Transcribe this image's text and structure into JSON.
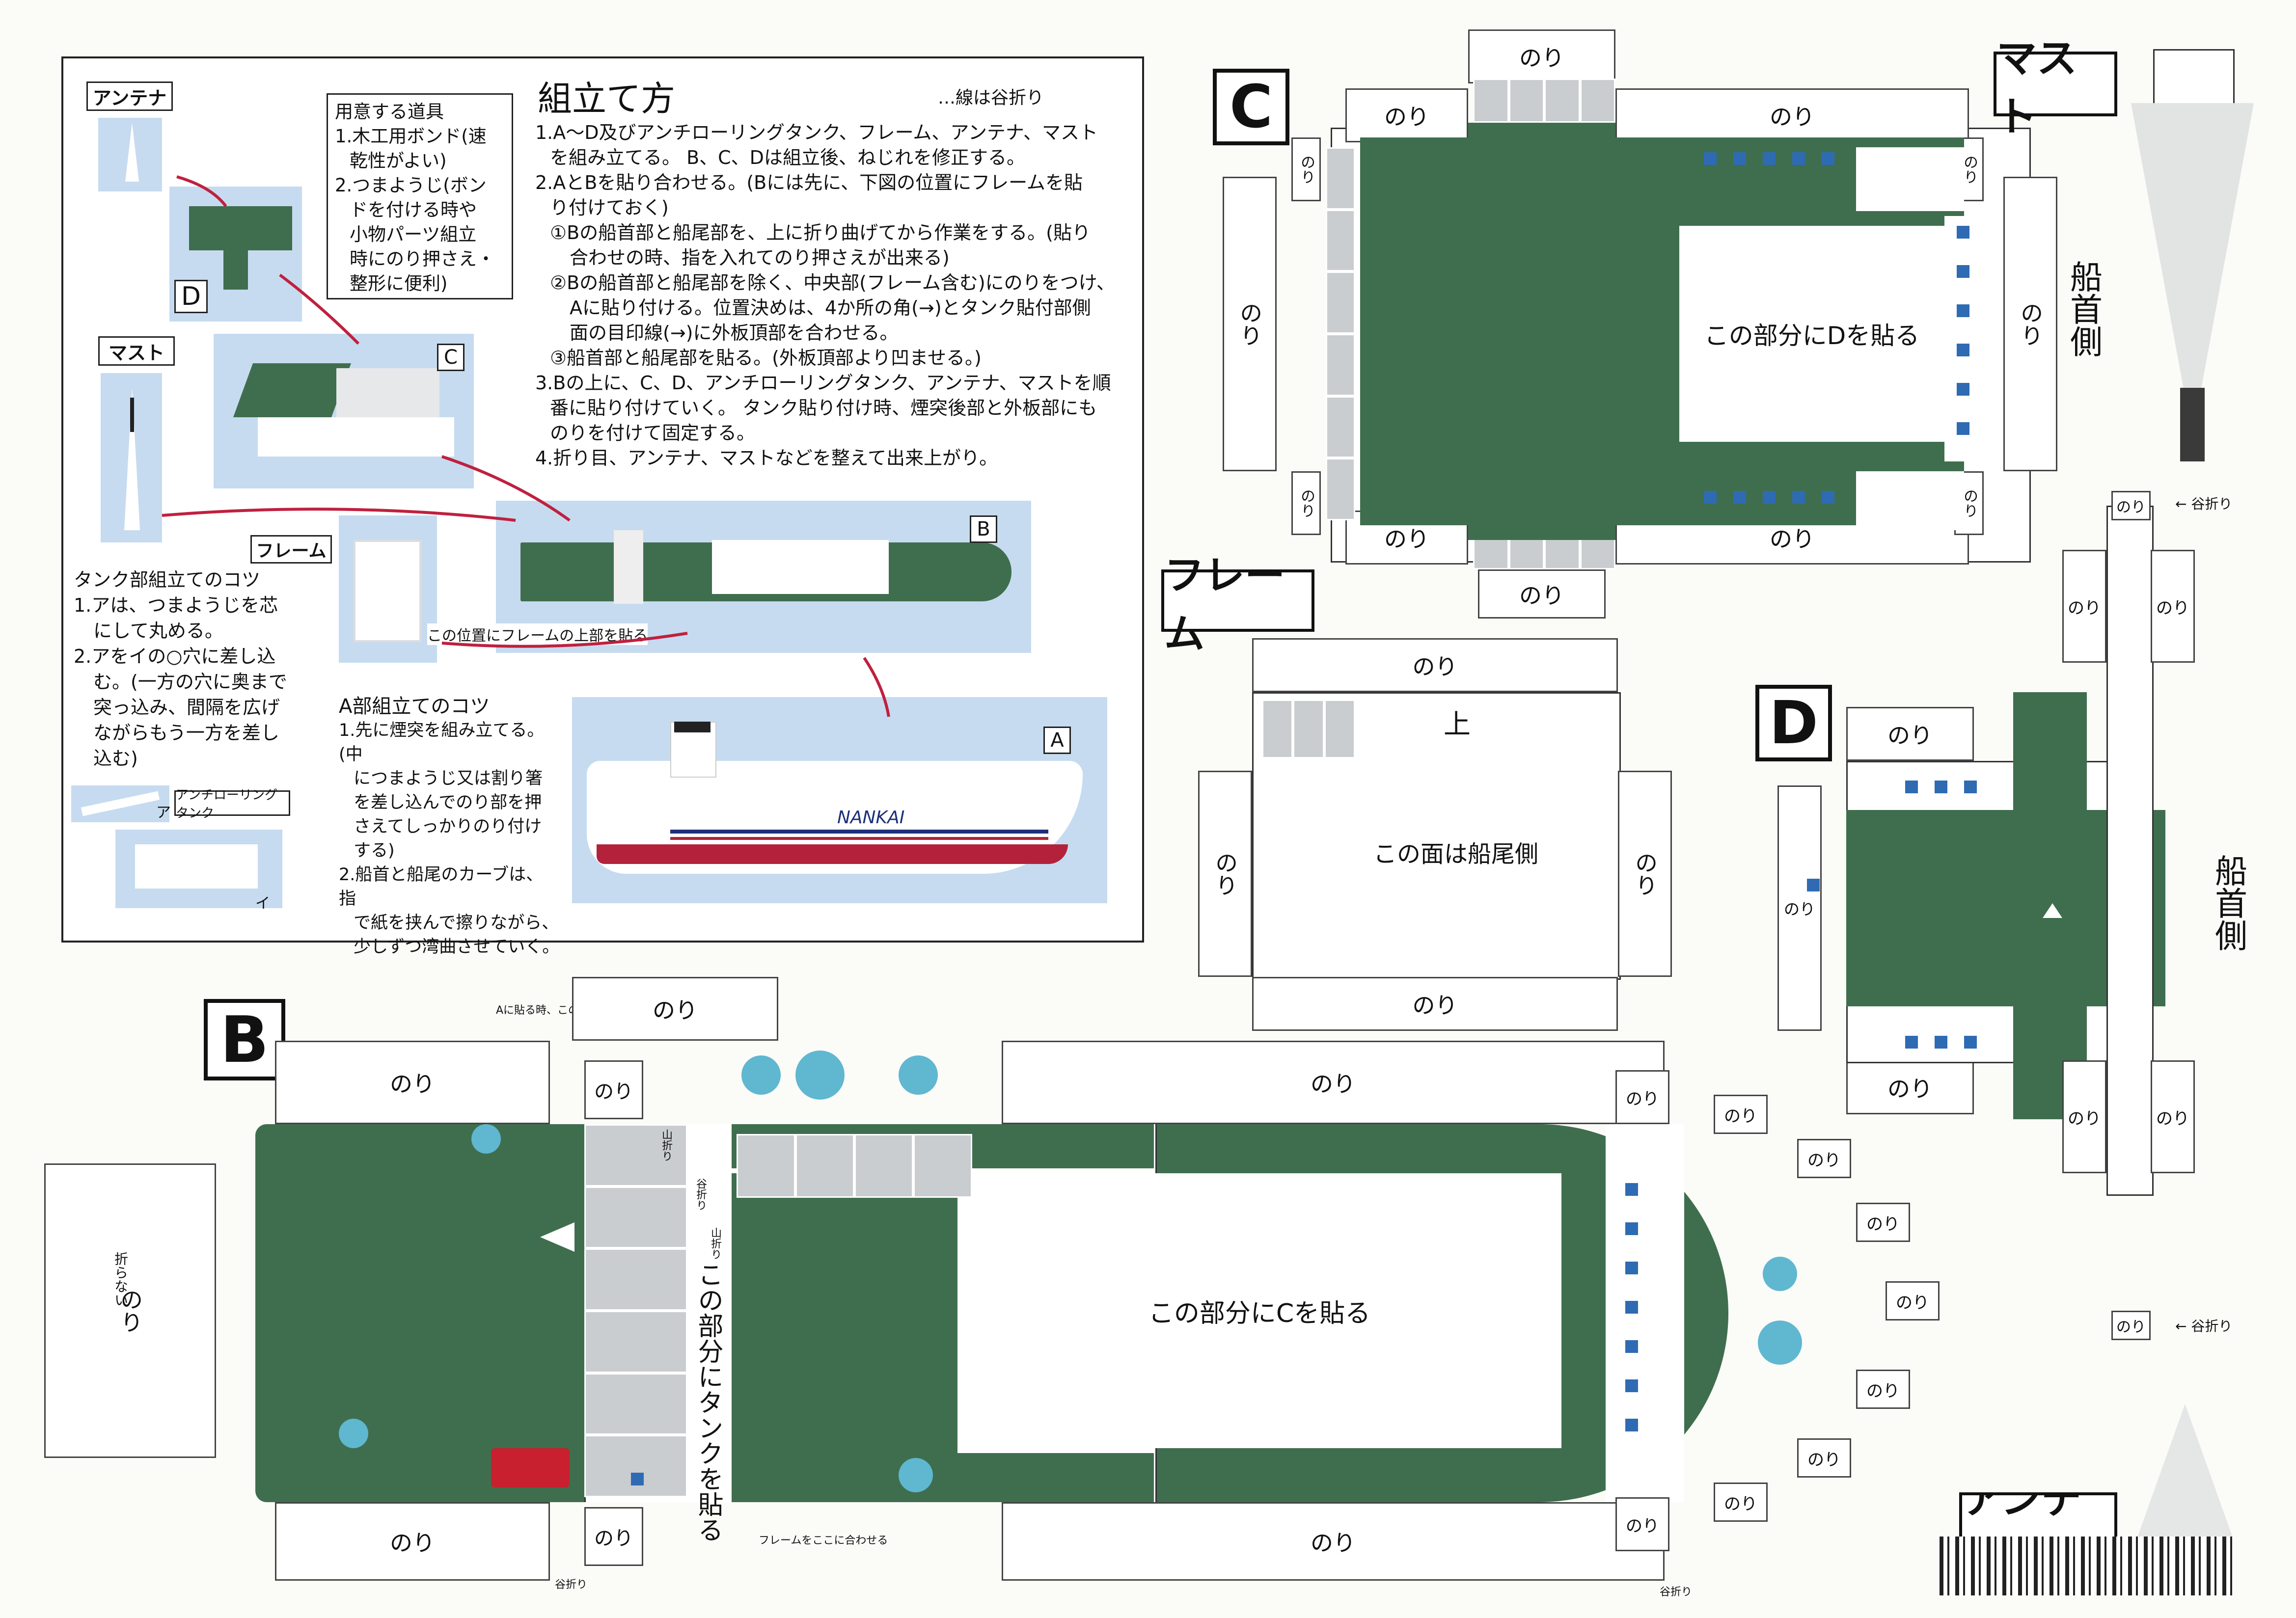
{
  "instructions": {
    "title": "組立て方",
    "fold_note": "…線は谷折り",
    "tools_title": "用意する道具",
    "tools_lines": [
      "1.木工用ボンド(速",
      "乾性がよい)",
      "2.つまようじ(ボン",
      "ドを付ける時や",
      "小物パーツ組立",
      "時にのり押さえ・",
      "整形に便利)"
    ],
    "steps": [
      "1.A～D及びアンチローリングタンク、フレーム、アンテナ、マスト",
      "を組み立てる。 B、C、Dは組立後、ねじれを修正する。",
      "2.AとBを貼り合わせる。(Bには先に、下図の位置にフレームを貼",
      "り付けておく)",
      "①Bの船首部と船尾部を、上に折り曲げてから作業をする。(貼り",
      "合わせの時、指を入れてのり押さえが出来る)",
      "②Bの船首部と船尾部を除く、中央部(フレーム含む)にのりをつけ、",
      "Aに貼り付ける。位置決めは、4か所の角(→)とタンク貼付部側",
      "面の目印線(→)に外板頂部を合わせる。",
      "③船首部と船尾部を貼る。(外板頂部より凹ませる。)",
      "3.Bの上に、C、D、アンチローリングタンク、アンテナ、マストを順",
      "番に貼り付けていく。 タンク貼り付け時、煙突後部と外板部にも",
      "のりを付けて固定する。",
      "4.折り目、アンテナ、マストなどを整えて出来上がり。"
    ],
    "tank_tips_title": "タンク部組立てのコツ",
    "tank_tips": [
      "1.アは、つまようじを芯",
      "にして丸める。",
      "2.アをイの○穴に差し込",
      "む。(一方の穴に奥まで",
      "突っ込み、間隔を広げ",
      "ながらもう一方を差し",
      "込む)"
    ],
    "a_tips_title": "A部組立てのコツ",
    "a_tips": [
      "1.先に煙突を組み立てる。(中",
      "につまようじ又は割り箸",
      "を差し込んでのり部を押",
      "さえてしっかりのり付け",
      "する)",
      "2.船首と船尾のカーブは、指",
      "で紙を挟んで擦りながら、",
      "少しずつ湾曲させていく。"
    ],
    "labels": {
      "antenna": "アンテナ",
      "mast": "マスト",
      "frame": "フレーム",
      "anti_rolling": "アンチローリングタンク",
      "a": "ア",
      "i": "イ",
      "D": "D",
      "C": "C",
      "B": "B",
      "A": "A",
      "frame_pos": "この位置にフレームの上部を貼る",
      "hull": "NANKAI"
    }
  },
  "parts": {
    "C": {
      "letter": "C",
      "center": "この部分にDを貼る",
      "side": "船首側",
      "glue": "のり"
    },
    "mast": {
      "title": "マスト",
      "fold": "谷折り",
      "glue": "のり"
    },
    "frame": {
      "title": "フレーム",
      "top": "上",
      "center": "この面は船尾側",
      "glue": "のり"
    },
    "D": {
      "letter": "D",
      "side": "船首側",
      "glue": "のり"
    },
    "B": {
      "letter": "B",
      "center": "この部分にCを貼る",
      "tank": "この部分にタンクを貼る",
      "no_fold": "折らない",
      "a_note": "Aに貼る時、この線まで下げる",
      "mountain": "山折り",
      "valley": "谷折り",
      "frame_align": "フレームをここに合わせる",
      "glue": "のり"
    },
    "antenna": {
      "title": "アンテナ"
    }
  }
}
